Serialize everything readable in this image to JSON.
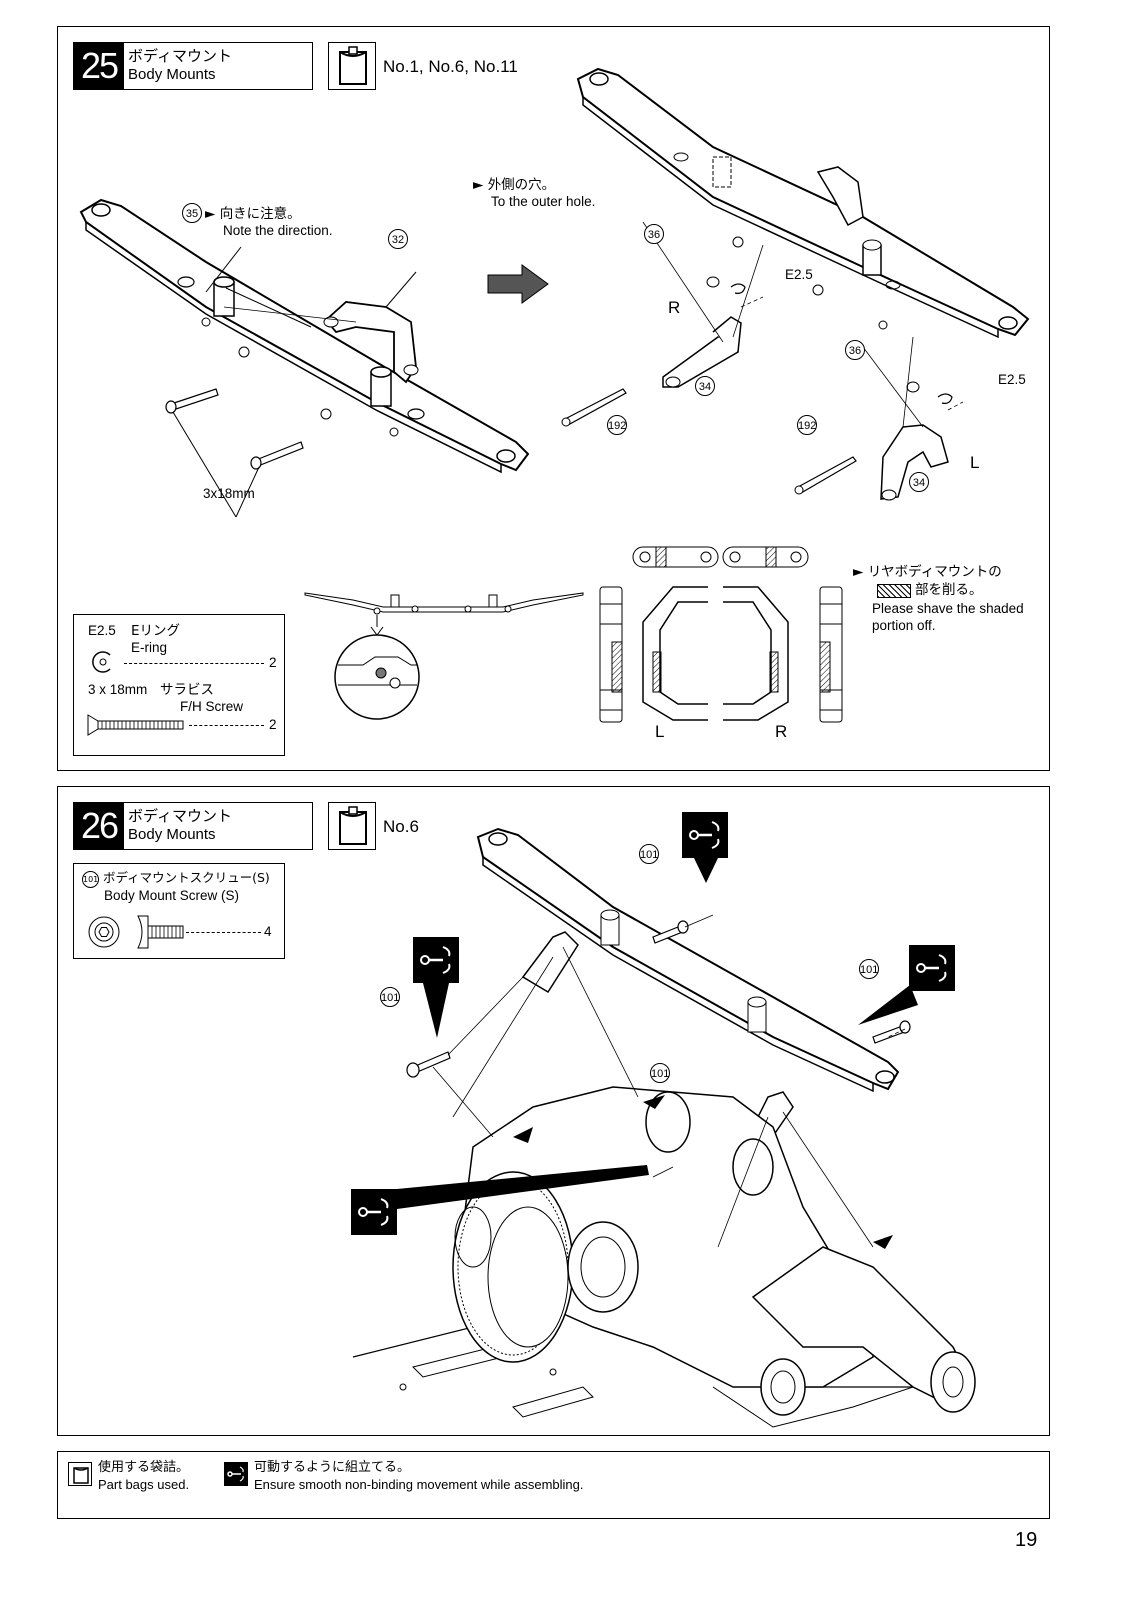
{
  "step25": {
    "number": "25",
    "title_jp": "ボディマウント",
    "title_en": "Body Mounts",
    "bags": "No.1, No.6, No.11",
    "note_direction_jp": "向きに注意。",
    "note_direction_en": "Note the direction.",
    "outer_hole_jp": "外側の穴。",
    "outer_hole_en": "To the outer hole.",
    "ering_label_1": "E2.5",
    "ering_label_2": "E2.5",
    "screw_size_label": "3x18mm",
    "part_35": "35",
    "part_32": "32",
    "part_36a": "36",
    "part_36b": "36",
    "part_34a": "34",
    "part_34b": "34",
    "part_192a": "192",
    "part_192b": "192",
    "side_r": "R",
    "side_l": "L",
    "shave_jp_1": "リヤボディマウントの",
    "shave_jp_2": "部を削る。",
    "shave_en_1": "Please shave the shaded",
    "shave_en_2": "portion off.",
    "shave_l": "L",
    "shave_r": "R",
    "parts": [
      {
        "code": "E2.5",
        "name_jp": "Eリング",
        "name_en": "E-ring",
        "qty": "2"
      },
      {
        "code": "3 x 18mm",
        "name_jp": "サラビス",
        "name_en": "F/H Screw",
        "qty": "2"
      }
    ]
  },
  "step26": {
    "number": "26",
    "title_jp": "ボディマウント",
    "title_en": "Body Mounts",
    "bags": "No.6",
    "part_jp": "ボディマウントスクリュー(S)",
    "part_en": "Body Mount Screw (S)",
    "part_num": "101",
    "part_qty": "4",
    "callouts": [
      "101",
      "101",
      "101",
      "101"
    ]
  },
  "legend": {
    "bag_jp": "使用する袋詰。",
    "bag_en": "Part bags used.",
    "smooth_jp": "可動するように組立てる。",
    "smooth_en": "Ensure smooth non-binding movement while assembling."
  },
  "page_number": "19"
}
